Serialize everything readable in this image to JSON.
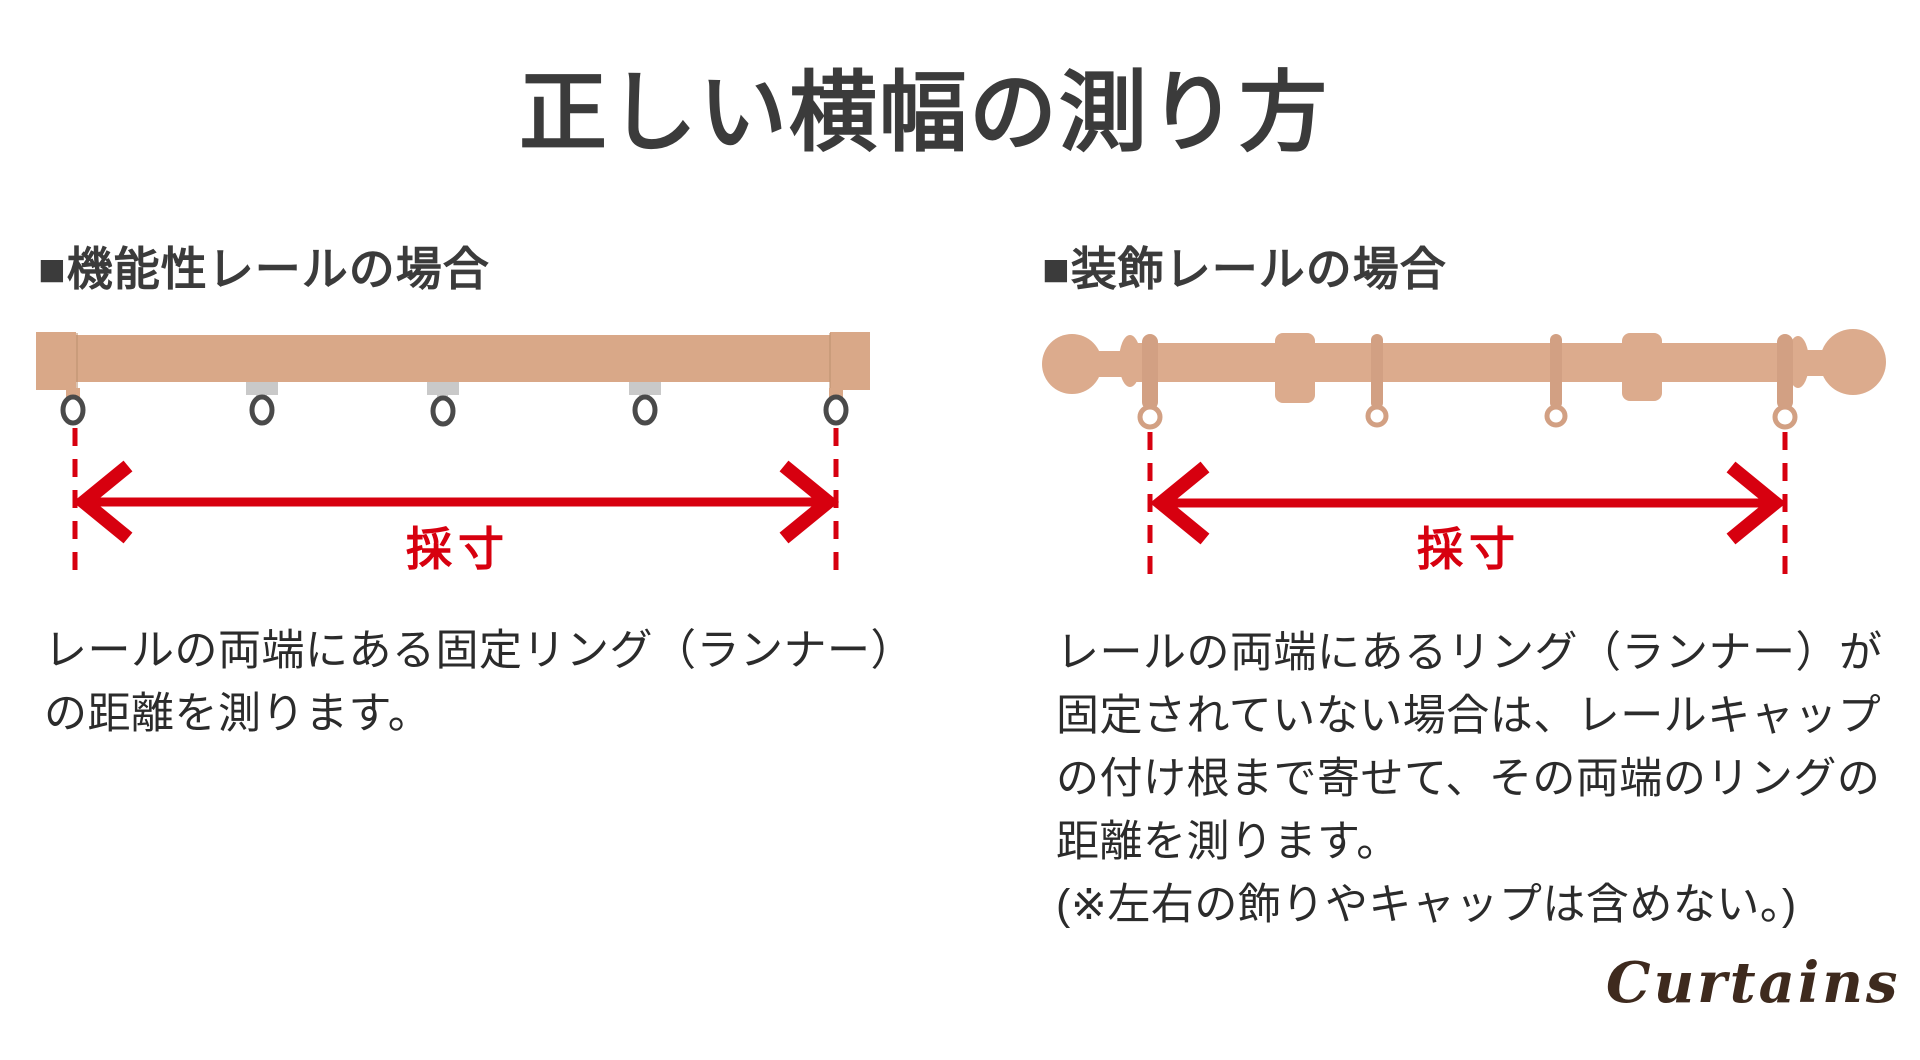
{
  "page": {
    "title": "正しい横幅の測り方",
    "background_color": "#ffffff"
  },
  "sections": {
    "functional": {
      "heading": "■機能性レールの場合",
      "measure_label": "採寸",
      "caption_lines": [
        "レールの両端にある固定リング（ランナー）",
        "の距離を測ります。"
      ]
    },
    "decorative": {
      "heading": "■装飾レールの場合",
      "measure_label": "採寸",
      "caption_lines": [
        "レールの両端にあるリング（ランナー）が",
        "固定されていない場合は、レールキャップ",
        "の付け根まで寄せて、その両端のリングの",
        "距離を測ります。",
        "(※左右の飾りやキャップは含めない。)"
      ]
    }
  },
  "logo": {
    "text": "Curtains",
    "color": "#3e2a1e"
  },
  "colors": {
    "rail_tan": "#d9a888",
    "rod_tan": "#dcab8d",
    "hanger_tan": "#d2a083",
    "runner_gray": "#c9c9c9",
    "ring_dark": "#4a4a4a",
    "accent_red": "#d7000f",
    "heading_text": "#3b3b3b",
    "body_text": "#2b2b2b",
    "logo_brown": "#3e2a1e"
  }
}
